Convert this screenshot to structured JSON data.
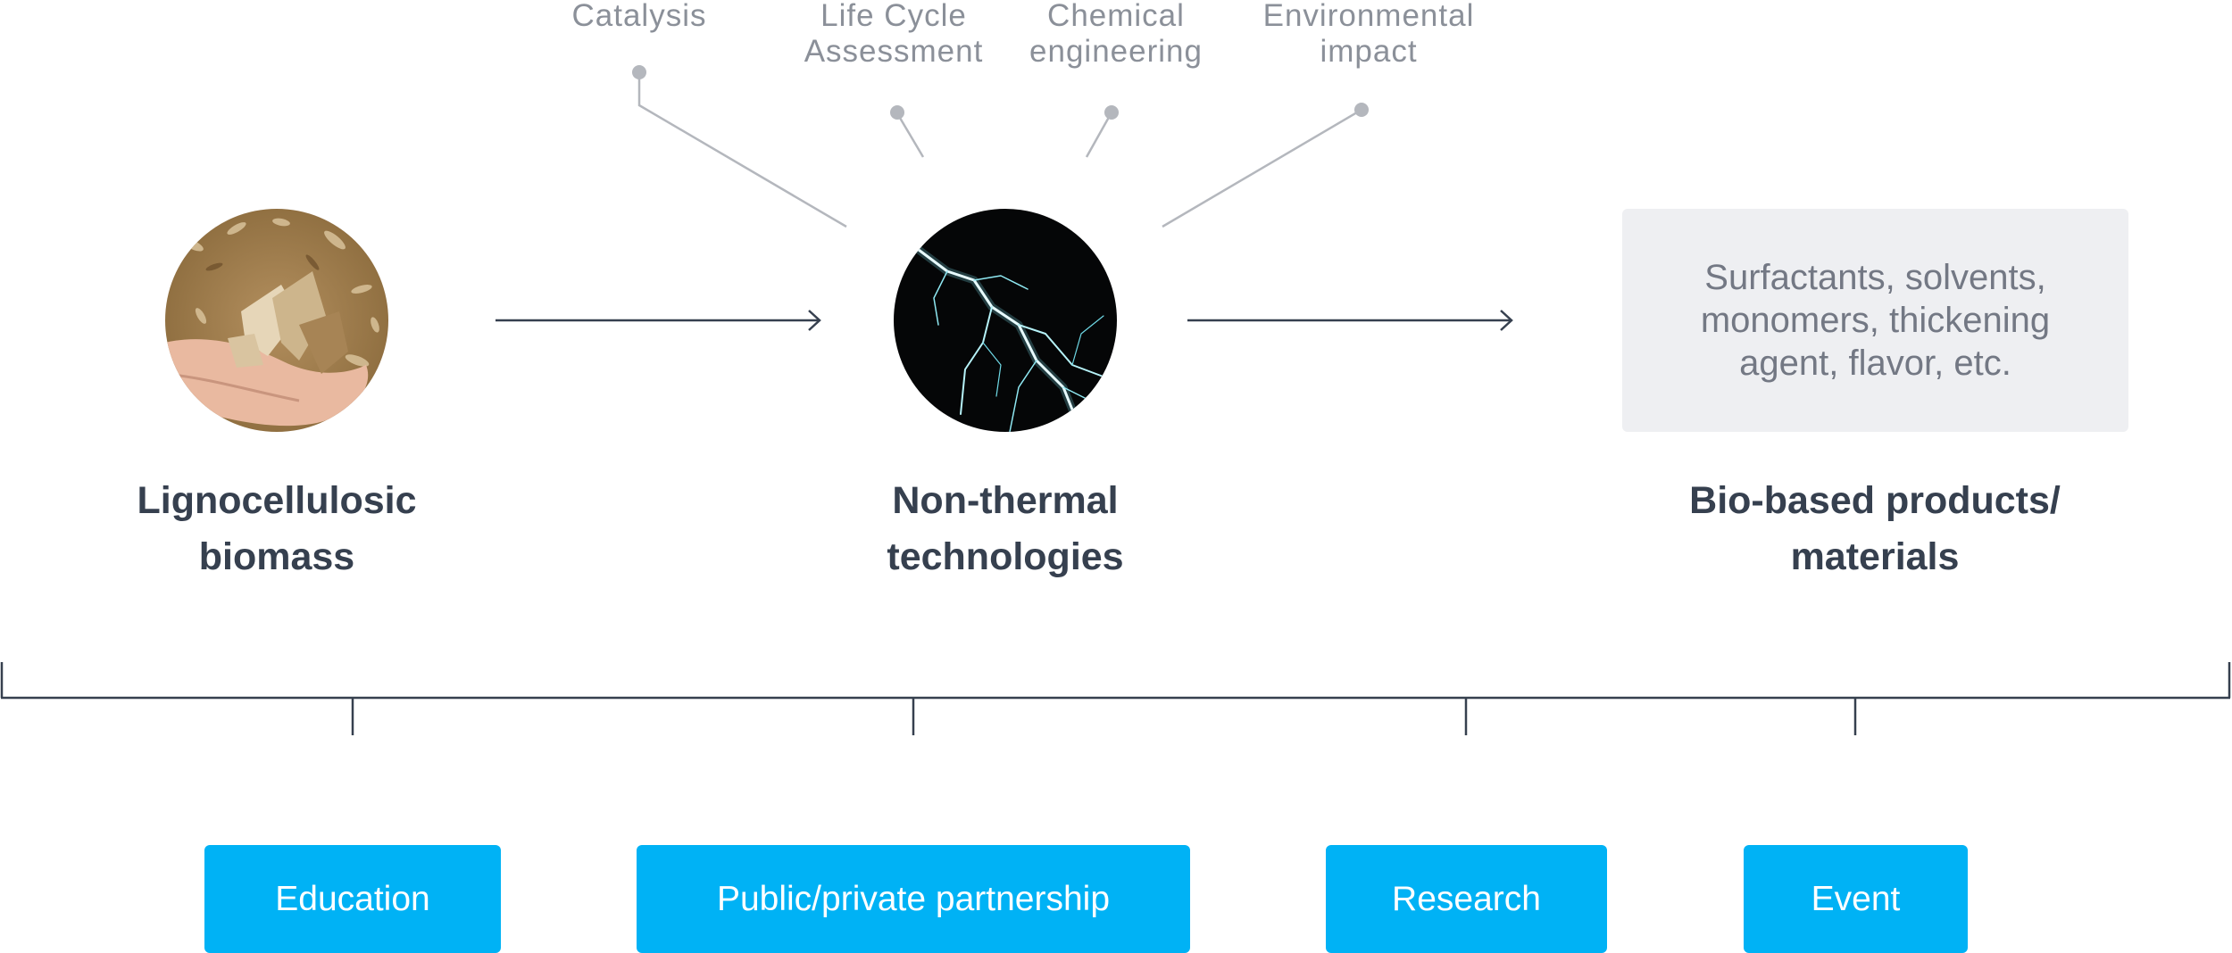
{
  "topics": [
    {
      "lines": [
        "Catalysis"
      ]
    },
    {
      "lines": [
        "Life Cycle",
        "Assessment"
      ]
    },
    {
      "lines": [
        "Chemical",
        "engineering"
      ]
    },
    {
      "lines": [
        "Environmental",
        "impact"
      ]
    }
  ],
  "stages": [
    {
      "lines": [
        "Lignocellulosic",
        "biomass"
      ],
      "image": "wood-chips-in-hand"
    },
    {
      "lines": [
        "Non-thermal",
        "technologies"
      ],
      "image": "lightning-bolt"
    },
    {
      "lines": [
        "Bio-based products/",
        "materials"
      ]
    }
  ],
  "products": {
    "lines": [
      "Surfactants, solvents,",
      "monomers, thickening",
      "agent, flavor, etc."
    ]
  },
  "actions": [
    {
      "label": "Education"
    },
    {
      "label": "Public/private partnership"
    },
    {
      "label": "Research"
    },
    {
      "label": "Event"
    }
  ],
  "colors": {
    "accent": "#00b2f5",
    "heading": "#36404f",
    "muted_text": "#8b9099",
    "connector": "#b4b7bd",
    "arrow": "#36404f",
    "box_fill": "#eeeff2"
  }
}
